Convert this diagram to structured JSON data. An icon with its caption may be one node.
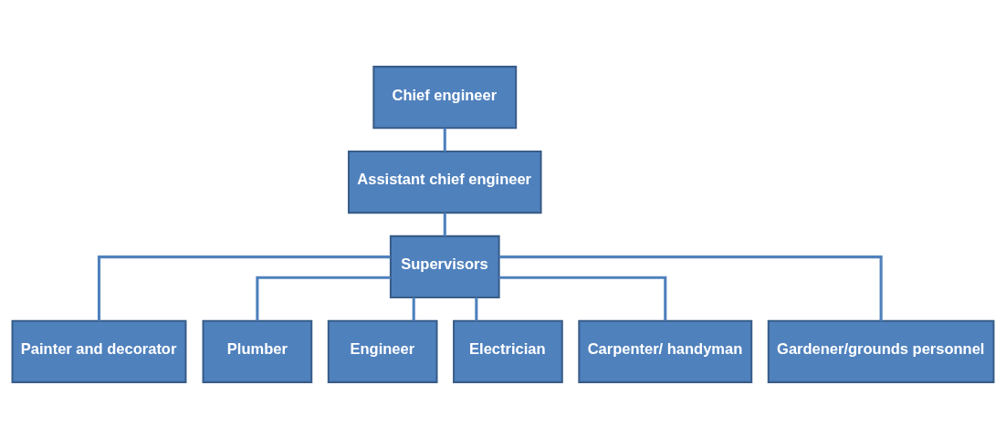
{
  "diagram": {
    "nodes": [
      {
        "text": [
          "Chief engineer"
        ]
      },
      {
        "text": [
          "Assistant chief engineer"
        ]
      },
      {
        "text": [
          "Supervisors"
        ]
      },
      {
        "text": [
          "Painter and decorator"
        ]
      },
      {
        "text": [
          "Plumber"
        ]
      },
      {
        "text": [
          "Engineer"
        ]
      },
      {
        "text": [
          "Electrician"
        ]
      },
      {
        "text": [
          "Carpenter/ handyman"
        ]
      },
      {
        "text": [
          "Gardener/grounds personnel"
        ]
      }
    ],
    "edges": [
      {
        "from": 0,
        "to": 1,
        "arrow": "none"
      },
      {
        "from": 1,
        "to": 2,
        "arrow": "none"
      },
      {
        "from": 2,
        "to": 3,
        "arrow": "none"
      },
      {
        "from": 2,
        "to": 4,
        "arrow": "none"
      },
      {
        "from": 2,
        "to": 5,
        "arrow": "none"
      },
      {
        "from": 2,
        "to": 6,
        "arrow": "none"
      },
      {
        "from": 2,
        "to": 7,
        "arrow": "none"
      },
      {
        "from": 2,
        "to": 8,
        "arrow": "none"
      }
    ]
  }
}
